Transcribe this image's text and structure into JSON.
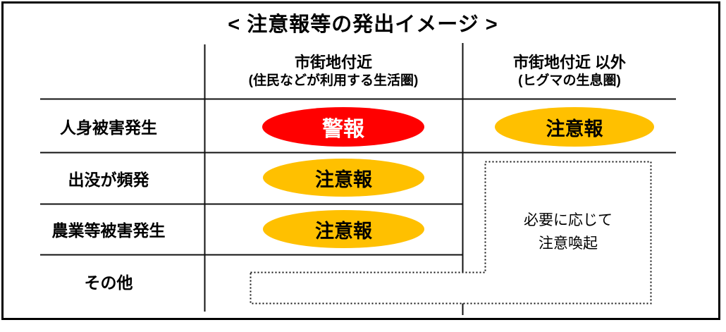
{
  "title": "< 注意報等の発出イメージ >",
  "columns": {
    "urban": {
      "line1": "市街地付近",
      "line2": "(住民などが利用する生活圏)"
    },
    "outside": {
      "line1": "市街地付近 以外",
      "line2": "(ヒグマの生息圏)"
    }
  },
  "rows": [
    {
      "label": "人身被害発生",
      "urban_badge": "警報",
      "outside_badge": "注意報"
    },
    {
      "label": "出没が頻発",
      "urban_badge": "注意報"
    },
    {
      "label": "農業等被害発生",
      "urban_badge": "注意報"
    },
    {
      "label": "その他"
    }
  ],
  "outside_note": {
    "line1": "必要に応じて",
    "line2": "注意喚起"
  },
  "colors": {
    "warning": "#FF0000",
    "advisory": "#FFC000",
    "grid": "#111111"
  }
}
